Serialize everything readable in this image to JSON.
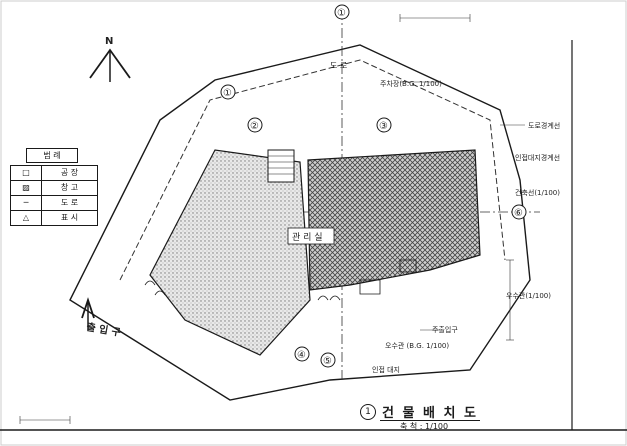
{
  "sheet": {
    "title": "건 물 배 치 도",
    "scale": "축 척 : 1/100",
    "sheet_number": "1"
  },
  "labels": {
    "north_marker": "N",
    "top_grid_marker": "①",
    "right_grid_marker": "⑥",
    "entrance": "출 입 구",
    "road_label": "도 로",
    "building_room": "관 리 실"
  },
  "legend": {
    "title": "범 례",
    "rows": [
      {
        "symbol": "□",
        "text": "공 장"
      },
      {
        "symbol": "▨",
        "text": "창 고"
      },
      {
        "symbol": "─",
        "text": "도 로"
      },
      {
        "symbol": "△",
        "text": "표 시"
      }
    ]
  },
  "callouts": [
    {
      "num": "①"
    },
    {
      "num": "②"
    },
    {
      "num": "③"
    },
    {
      "num": "④"
    },
    {
      "num": "⑤"
    }
  ],
  "annotations": {
    "a1": "주차장(B.G. 1/100)",
    "a2": "도로경계선",
    "a3": "인접대지경계선",
    "a4": "건축선(1/100)",
    "a5": "우수관(1/100)",
    "a6": "주출입구",
    "a7": "오수관 (B.G. 1/100)",
    "a8": "인접 대지"
  },
  "colors": {
    "ink": "#1a1a1a",
    "hatch": "#555555",
    "paper": "#ffffff"
  }
}
